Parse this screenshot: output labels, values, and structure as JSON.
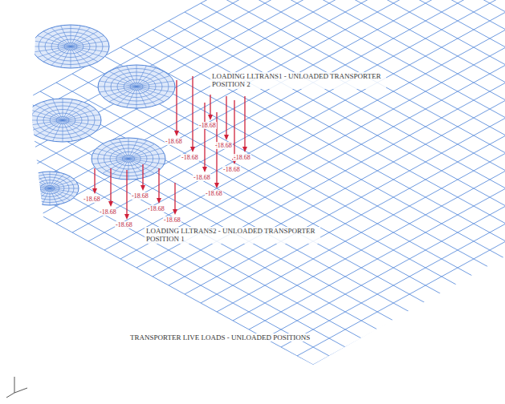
{
  "diagram": {
    "caption": "TRANSPORTER LIVE LOADS - UNLOADED POSITIONS",
    "labels": [
      "LOADING LLTRANS1 - UNLOADED TRANSPORTER POSITION 2",
      "-18.68",
      "-18.68",
      "-18.68",
      "-18.68",
      "-18.68",
      "-18.68",
      "-18.68",
      "-18.68",
      "-18.68",
      "-18.68",
      "-18.68",
      "-18.68",
      "-18.68",
      "-18.68",
      "LOADING LLTRANS2 - UNLOADED TRANSPORTER POSITION 1"
    ]
  }
}
